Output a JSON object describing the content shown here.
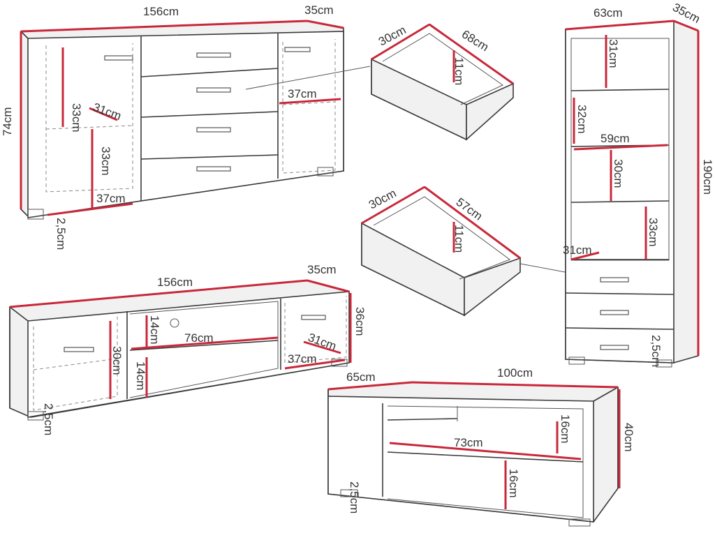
{
  "sideboard": {
    "width": "156cm",
    "depth": "35cm",
    "height": "74cm",
    "shelf_upper": "33cm",
    "shelf_lower": "33cm",
    "inner_depth": "31cm",
    "inner_width_left": "37cm",
    "inner_width_right": "37cm",
    "legs": "2,5cm"
  },
  "drawer_large": {
    "depth": "30cm",
    "width": "68cm",
    "height": "11cm"
  },
  "drawer_small": {
    "depth": "30cm",
    "width": "57cm",
    "height": "11cm"
  },
  "bookcase": {
    "width": "63cm",
    "depth": "35cm",
    "height": "190cm",
    "shelf1": "31cm",
    "shelf2": "32cm",
    "inner_width": "59cm",
    "shelf3": "30cm",
    "shelf4": "33cm",
    "inner_depth": "31cm",
    "legs": "2,5cm"
  },
  "tv_stand": {
    "width": "156cm",
    "depth": "35cm",
    "height": "36cm",
    "shelf_top": "14cm",
    "shelf_bottom": "14cm",
    "inner_width": "76cm",
    "left_height": "30cm",
    "inner_depth": "31cm",
    "right_width": "37cm",
    "legs": "2,5cm"
  },
  "coffee_table": {
    "depth": "65cm",
    "width": "100cm",
    "height": "40cm",
    "shelf_upper": "16cm",
    "inner_width": "73cm",
    "shelf_lower": "16cm",
    "legs": "2,5cm"
  }
}
